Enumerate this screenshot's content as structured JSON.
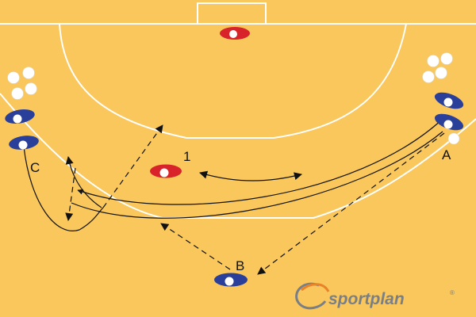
{
  "diagram": {
    "labels": {
      "player_a": "A",
      "player_b": "B",
      "player_c": "C",
      "defender_1": "1"
    },
    "logo": {
      "brand": "sportplan",
      "mark": "®"
    },
    "colors": {
      "court": "#f9c75b",
      "lines": "#ffffff",
      "attack": "#2a3f9a",
      "defense": "#d8232a",
      "arrow": "#111111",
      "logo_gray": "#7a7f86",
      "logo_orange": "#e8832a"
    }
  }
}
